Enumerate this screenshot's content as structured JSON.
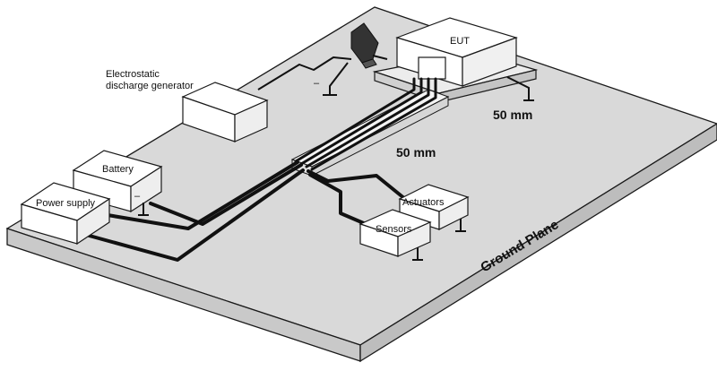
{
  "diagram": {
    "labels": {
      "eut": "EUT",
      "esd_line1": "Electrostatic",
      "esd_line2": "discharge generator",
      "battery": "Battery",
      "power_supply": "Power supply",
      "actuators": "Actuators",
      "sensors": "Sensors",
      "dim_eut": "50 mm",
      "dim_harness": "50 mm",
      "ground_plane": "Ground Plane",
      "minus_esd": "–",
      "minus_battery": "–"
    },
    "colors": {
      "plane_top": "#d9d9d9",
      "plane_side": "#c8c8c8",
      "box_fill": "#ffffff",
      "wire": "#111111",
      "stroke": "#1a1a1a"
    }
  }
}
